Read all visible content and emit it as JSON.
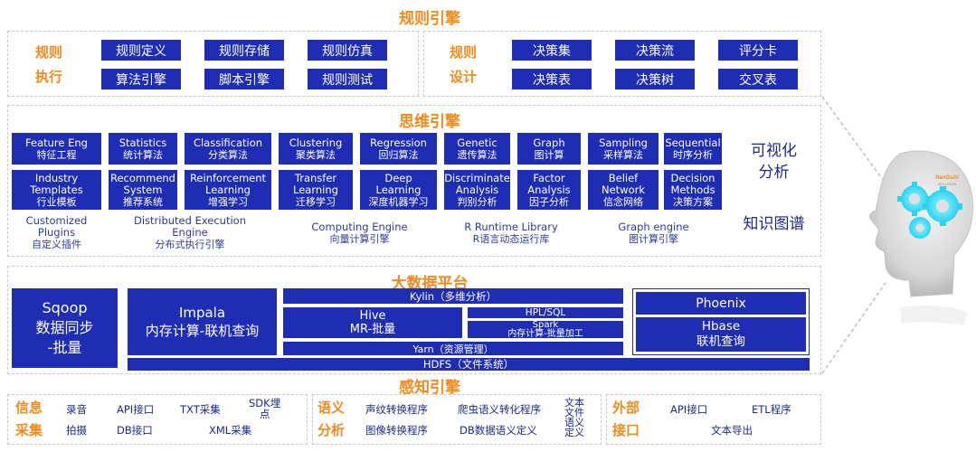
{
  "rule_engine": {
    "title": "规则引擎",
    "execution": {
      "label_line1": "规则",
      "label_line2": "执行",
      "buttons": [
        "规则定义",
        "规则存储",
        "规则仿真",
        "算法引擎",
        "脚本引擎",
        "规则测试"
      ]
    },
    "design": {
      "label_line1": "规则",
      "label_line2": "设计",
      "buttons": [
        "决策集",
        "决策流",
        "评分卡",
        "决策表",
        "决策树",
        "交叉表"
      ]
    }
  },
  "thinking_engine": {
    "title": "思维引擎",
    "row1": [
      {
        "en": "Feature Eng",
        "cn": "特征工程"
      },
      {
        "en": "Statistics",
        "cn": "统计算法"
      },
      {
        "en": "Classification",
        "cn": "分类算法"
      },
      {
        "en": "Clustering",
        "cn": "聚类算法"
      },
      {
        "en": "Regression",
        "cn": "回归算法"
      },
      {
        "en": "Genetic",
        "cn": "遗传算法"
      },
      {
        "en": "Graph",
        "cn": "图计算"
      },
      {
        "en": "Sampling",
        "cn": "采样算法"
      },
      {
        "en": "Sequential",
        "cn": "时序分析"
      }
    ],
    "row2": [
      {
        "en1": "Industry",
        "en2": "Templates",
        "cn": "行业模板"
      },
      {
        "en1": "Recommend",
        "en2": "System",
        "cn": "推荐系统"
      },
      {
        "en1": "Reinforcement",
        "en2": "Learning",
        "cn": "增强学习"
      },
      {
        "en1": "Transfer",
        "en2": "Learning",
        "cn": "迁移学习"
      },
      {
        "en1": "Deep",
        "en2": "Learning",
        "cn": "深度机器学习"
      },
      {
        "en1": "Discriminate",
        "en2": "Analysis",
        "cn": "判别分析"
      },
      {
        "en1": "Factor",
        "en2": "Analysis",
        "cn": "因子分析"
      },
      {
        "en1": "Belief",
        "en2": "Network",
        "cn": "信念网络"
      },
      {
        "en1": "Decision",
        "en2": "Methods",
        "cn": "决策方案"
      }
    ],
    "engines": [
      {
        "en1": "Customized",
        "en2": "Plugins",
        "cn": "自定义插件"
      },
      {
        "en1": "Distributed Execution",
        "en2": "Engine",
        "cn": "分布式执行引擎"
      },
      {
        "en1": "Computing Engine",
        "en2": "",
        "cn": "向量计算引擎"
      },
      {
        "en1": "R Runtime Library",
        "en2": "",
        "cn": "R语言动态运行库"
      },
      {
        "en1": "Graph engine",
        "en2": "",
        "cn": "图计算引擎"
      }
    ],
    "side_visual_line1": "可视化",
    "side_visual_line2": "分析",
    "side_knowledge": "知识图谱"
  },
  "big_data": {
    "title": "大数据平台",
    "sqoop": {
      "line1": "Sqoop",
      "line2": "数据同步",
      "line3": "-批量"
    },
    "impala": {
      "line1": "Impala",
      "line2": "内存计算-联机查询"
    },
    "kylin": "Kylin（多维分析）",
    "hive": {
      "line1": "Hive",
      "line2": "MR-批量"
    },
    "hpl": "HPL/SQL",
    "spark": {
      "line1": "Spark",
      "line2": "内存计算-批量加工"
    },
    "yarn": "Yarn（资源管理）",
    "phoenix": "Phoenix",
    "hbase": {
      "line1": "Hbase",
      "line2": "联机查询"
    },
    "hdfs": "HDFS（文件系统）"
  },
  "perception": {
    "title": "感知引擎",
    "info": {
      "label_line1": "信息",
      "label_line2": "采集",
      "items": [
        "录音",
        "API接口",
        "TXT采集",
        "拍摄",
        "DB接口",
        "XML采集"
      ],
      "sdk_line1": "SDK埋",
      "sdk_line2": "点"
    },
    "semantic": {
      "label_line1": "语义",
      "label_line2": "分析",
      "items": [
        "声纹转换程序",
        "爬虫语义转化程序",
        "图像转换程序",
        "DB数据语义定义"
      ],
      "vertical": [
        "文本",
        "文件",
        "语义",
        "定义"
      ]
    },
    "external": {
      "label_line1": "外部",
      "label_line2": "接口",
      "items": [
        "API接口",
        "ETL程序",
        "文本导出"
      ]
    }
  },
  "colors": {
    "accent_orange": "#f28a1c",
    "block_blue": "#1e2db3",
    "text_navy": "#1c2a8a",
    "dashed_border": "#c8c8c8",
    "gear_cyan": "#2ad4f0"
  },
  "brain_logo": {
    "line1": "NanGuAI",
    "line2": "SOLUTION"
  }
}
